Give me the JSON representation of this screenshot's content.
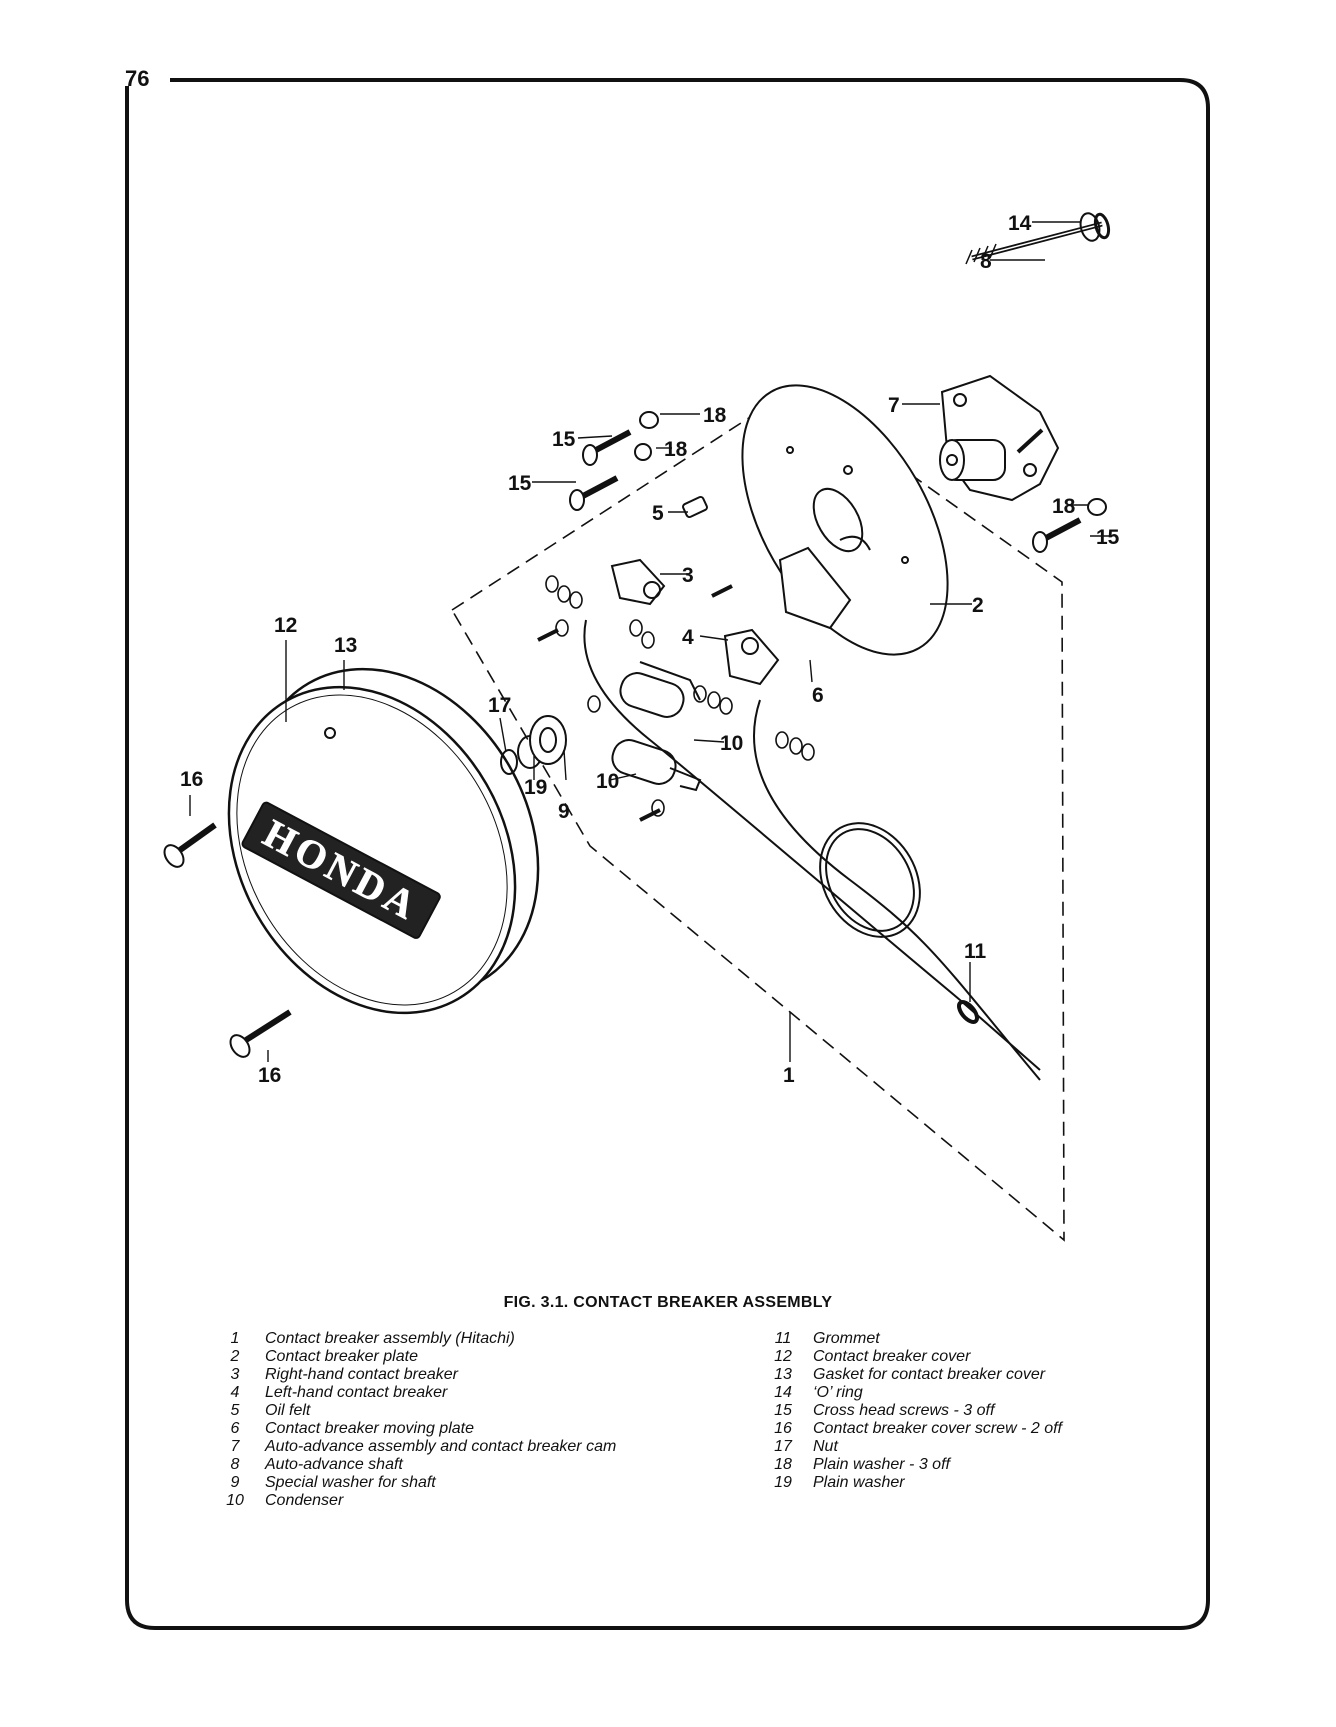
{
  "page": {
    "number": "76"
  },
  "figure": {
    "caption": "FIG. 3.1. CONTACT BREAKER ASSEMBLY"
  },
  "brand_badge": "HONDA",
  "callouts": [
    "14",
    "8",
    "7",
    "18",
    "15",
    "18",
    "15",
    "5",
    "18",
    "15",
    "3",
    "2",
    "12",
    "13",
    "4",
    "6",
    "17",
    "10",
    "16",
    "19",
    "9",
    "10",
    "11",
    "1",
    "16"
  ],
  "legend": {
    "left": [
      {
        "num": "1",
        "text": "Contact breaker assembly (Hitachi)"
      },
      {
        "num": "2",
        "text": "Contact breaker plate"
      },
      {
        "num": "3",
        "text": "Right-hand contact breaker"
      },
      {
        "num": "4",
        "text": "Left-hand contact breaker"
      },
      {
        "num": "5",
        "text": "Oil felt"
      },
      {
        "num": "6",
        "text": "Contact breaker moving plate"
      },
      {
        "num": "7",
        "text": "Auto-advance assembly and contact breaker cam"
      },
      {
        "num": "8",
        "text": "Auto-advance shaft"
      },
      {
        "num": "9",
        "text": "Special washer for shaft"
      },
      {
        "num": "10",
        "text": "Condenser"
      }
    ],
    "right": [
      {
        "num": "11",
        "text": "Grommet"
      },
      {
        "num": "12",
        "text": "Contact breaker cover"
      },
      {
        "num": "13",
        "text": "Gasket for contact breaker cover"
      },
      {
        "num": "14",
        "text": "‘O’ ring"
      },
      {
        "num": "15",
        "text": "Cross head screws - 3 off"
      },
      {
        "num": "16",
        "text": "Contact breaker cover screw - 2 off"
      },
      {
        "num": "17",
        "text": "Nut"
      },
      {
        "num": "18",
        "text": "Plain washer - 3 off"
      },
      {
        "num": "19",
        "text": "Plain washer"
      }
    ]
  }
}
